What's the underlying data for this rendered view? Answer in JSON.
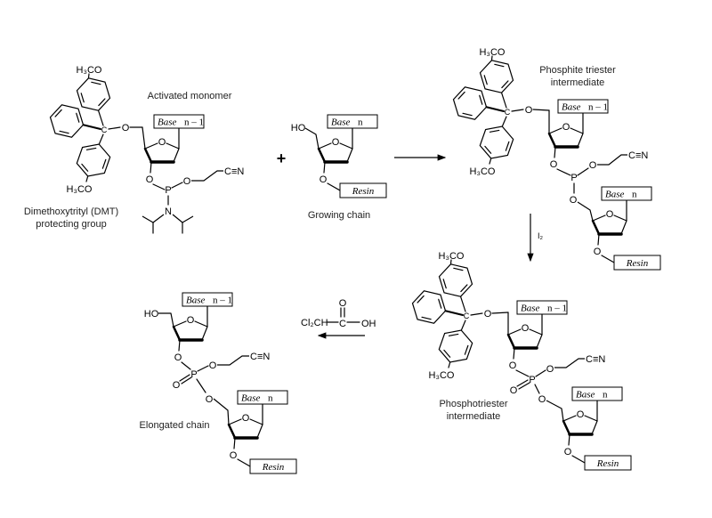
{
  "labels": {
    "activated_monomer": "Activated monomer",
    "dmt_line1": "Dimethoxytrityl (DMT)",
    "dmt_line2": "protecting group",
    "growing_chain": "Growing chain",
    "phosphite_line1": "Phosphite triester",
    "phosphite_line2": "intermediate",
    "phosphotriester_line1": "Phosphotriester",
    "phosphotriester_line2": "intermediate",
    "elongated_chain": "Elongated chain"
  },
  "reagents": {
    "oxidant": "I₂",
    "acid_left": "Cl₂CH",
    "acid_c": "C",
    "acid_o": "O",
    "acid_oh": "OH"
  },
  "plus": "+",
  "atoms": {
    "base": "Base",
    "n": "n",
    "n_minus_1": "n – 1",
    "resin": "Resin",
    "methoxy": "H₃CO",
    "hydroxyl": "HO",
    "cyano": "C≡N",
    "O": "O",
    "P": "P",
    "N": "N",
    "C": "C"
  }
}
